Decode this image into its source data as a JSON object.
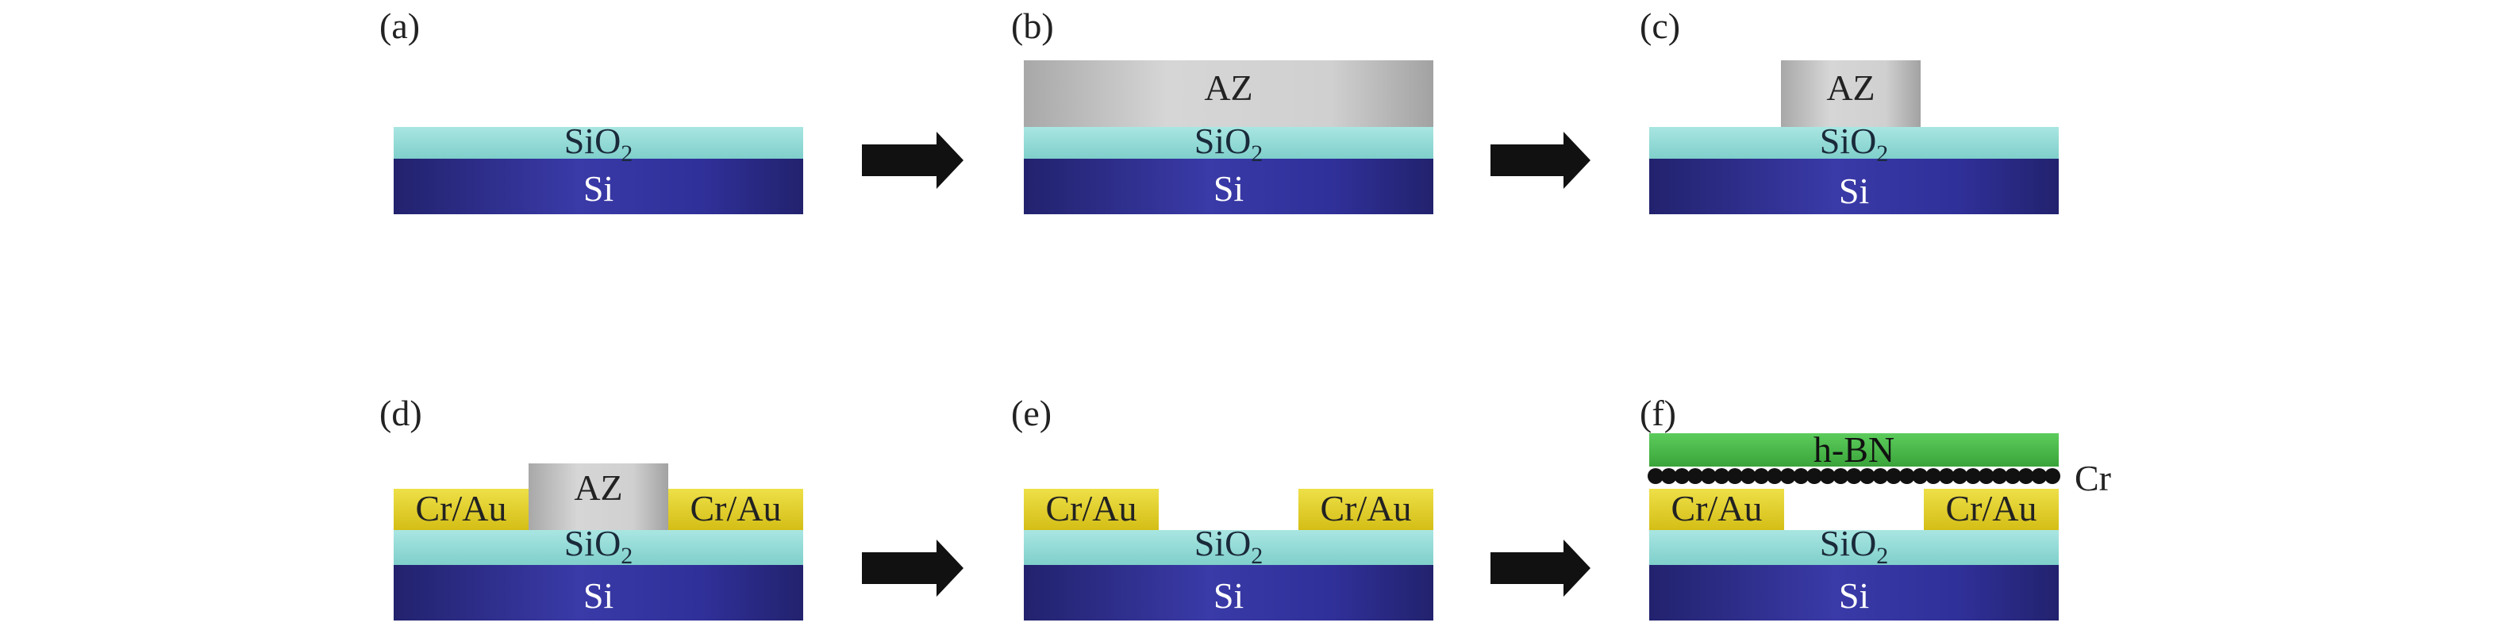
{
  "panels": {
    "a": {
      "label": "(a)",
      "sio2": "SiO",
      "sio2_sub": "2",
      "si": "Si"
    },
    "b": {
      "label": "(b)",
      "az": "AZ",
      "sio2": "SiO",
      "sio2_sub": "2",
      "si": "Si"
    },
    "c": {
      "label": "(c)",
      "az": "AZ",
      "sio2": "SiO",
      "sio2_sub": "2",
      "si": "Si"
    },
    "d": {
      "label": "(d)",
      "az": "AZ",
      "cr_au_left": "Cr/Au",
      "cr_au_right": "Cr/Au",
      "sio2": "SiO",
      "sio2_sub": "2",
      "si": "Si"
    },
    "e": {
      "label": "(e)",
      "cr_au_left": "Cr/Au",
      "cr_au_right": "Cr/Au",
      "sio2": "SiO",
      "sio2_sub": "2",
      "si": "Si"
    },
    "f": {
      "label": "(f)",
      "hbn": "h-BN",
      "cr": "Cr",
      "cr_au_left": "Cr/Au",
      "cr_au_right": "Cr/Au",
      "sio2": "SiO",
      "sio2_sub": "2",
      "si": "Si"
    }
  },
  "colors": {
    "si": "#2a2a8c",
    "sio2": "#93dcd8",
    "az": "#b8b8b8",
    "cr_au": "#e6d42a",
    "hbn": "#4ab84a",
    "cr_dots": "#111111",
    "arrow": "#111111"
  },
  "arrow_count": 4
}
